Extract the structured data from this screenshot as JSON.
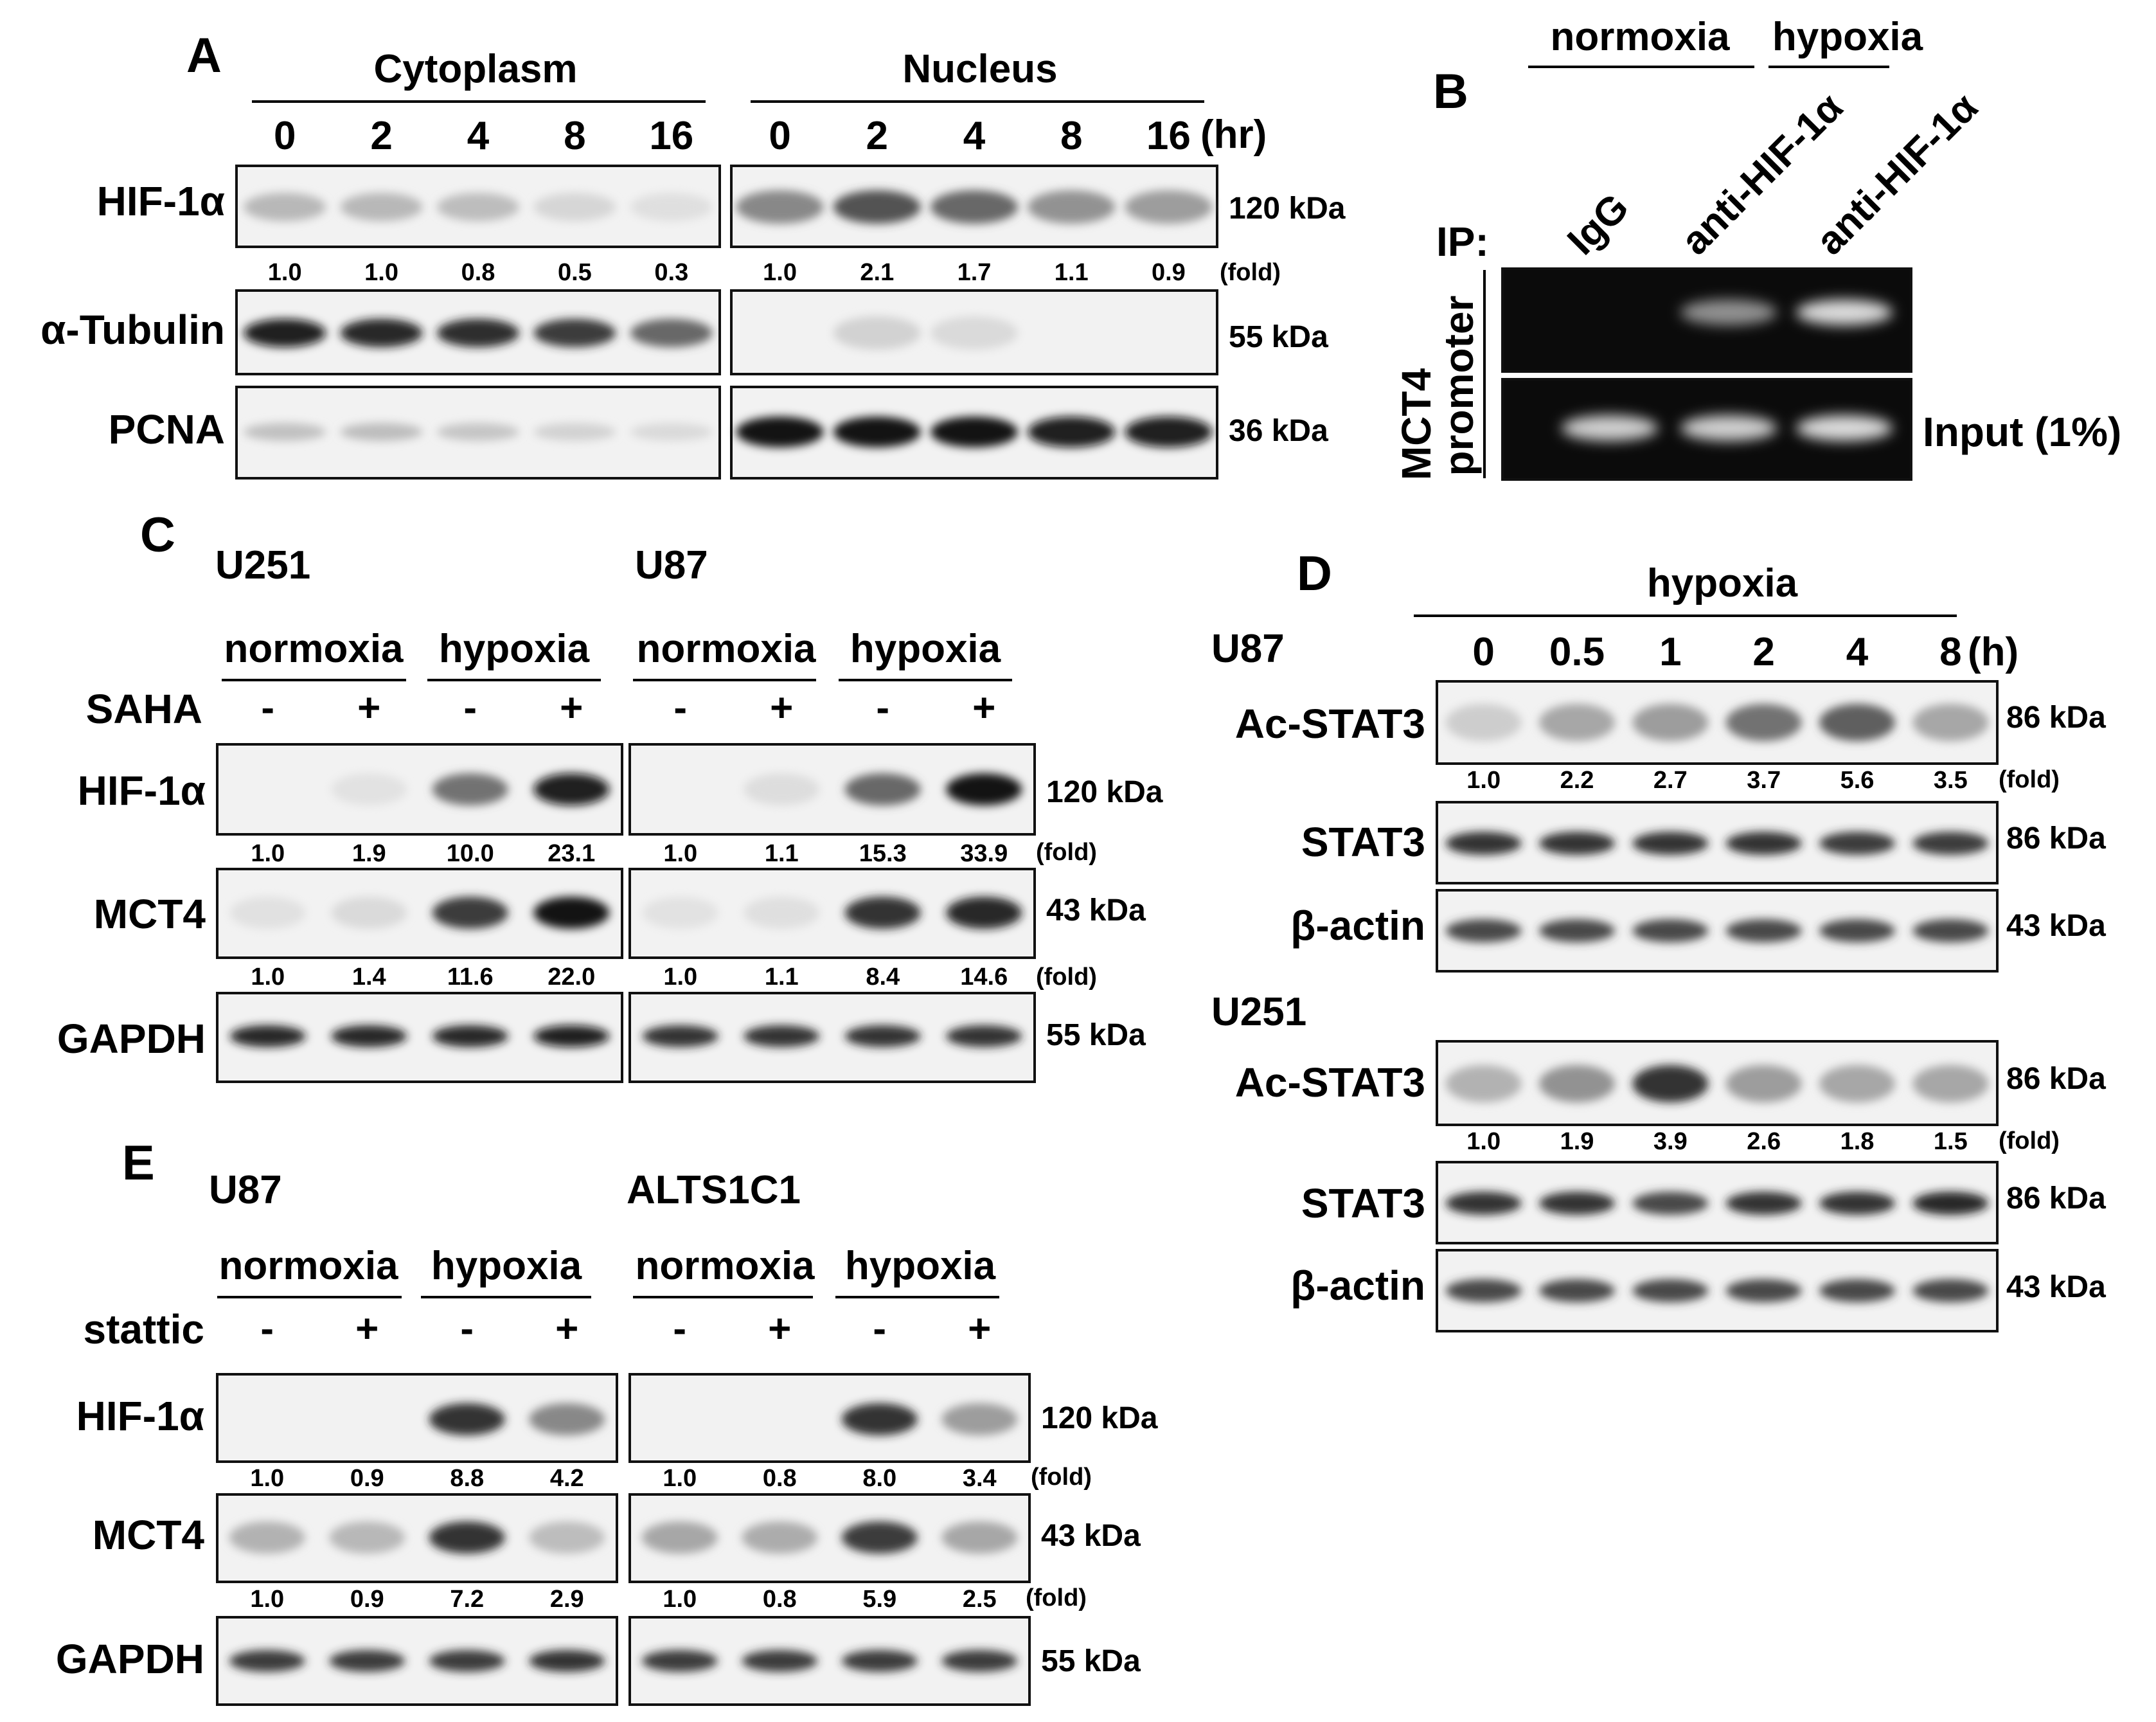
{
  "panels": {
    "A": {
      "label": "A",
      "groups": [
        "Cytoplasm",
        "Nucleus"
      ],
      "times": [
        "0",
        "2",
        "4",
        "8",
        "16"
      ],
      "time_unit": "(hr)",
      "rows": [
        {
          "label": "HIF-1α",
          "kda": "120 kDa",
          "intensity_cyto": [
            0.22,
            0.22,
            0.2,
            0.08,
            0.04
          ],
          "intensity_nuc": [
            0.45,
            0.7,
            0.6,
            0.4,
            0.35
          ]
        },
        {
          "label": "α-Tubulin",
          "kda": "55 kDa",
          "intensity_cyto": [
            0.95,
            0.9,
            0.88,
            0.8,
            0.6
          ],
          "intensity_nuc": [
            0.0,
            0.1,
            0.06,
            0.0,
            0.0
          ]
        },
        {
          "label": "PCNA",
          "kda": "36 kDa",
          "intensity_cyto": [
            0.18,
            0.2,
            0.16,
            0.1,
            0.06
          ],
          "intensity_nuc": [
            0.98,
            0.98,
            0.98,
            0.96,
            0.94
          ]
        }
      ],
      "fold_cyto": [
        "1.0",
        "1.0",
        "0.8",
        "0.5",
        "0.3"
      ],
      "fold_nuc": [
        "1.0",
        "2.1",
        "1.7",
        "1.1",
        "0.9"
      ],
      "fold_label": "(fold)"
    },
    "B": {
      "label": "B",
      "conditions": [
        "normoxia",
        "hypoxia"
      ],
      "ip_label": "IP:",
      "lanes": [
        "IgG",
        "anti-HIF-1α",
        "anti-HIF-1α"
      ],
      "side_label": [
        "MCT4",
        "promoter"
      ],
      "input_label": "Input (1%)",
      "chip_intensity": [
        0.0,
        0.55,
        0.85
      ],
      "input_intensity": [
        0.8,
        0.8,
        0.85
      ]
    },
    "C": {
      "label": "C",
      "cells": [
        "U251",
        "U87"
      ],
      "conditions": [
        "normoxia",
        "hypoxia"
      ],
      "treatment": "SAHA",
      "signs": [
        "-",
        "+",
        "-",
        "+"
      ],
      "rows": [
        {
          "label": "HIF-1α",
          "kda": "120 kDa",
          "fold_a": [
            "1.0",
            "1.9",
            "10.0",
            "23.1"
          ],
          "fold_b": [
            "1.0",
            "1.1",
            "15.3",
            "33.9"
          ],
          "intensity_a": [
            0.0,
            0.02,
            0.55,
            0.95
          ],
          "intensity_b": [
            0.0,
            0.05,
            0.6,
            1.0
          ]
        },
        {
          "label": "MCT4",
          "kda": "43 kDa",
          "fold_a": [
            "1.0",
            "1.4",
            "11.6",
            "22.0"
          ],
          "fold_b": [
            "1.0",
            "1.1",
            "8.4",
            "14.6"
          ],
          "intensity_a": [
            0.03,
            0.06,
            0.8,
            0.98
          ],
          "intensity_b": [
            0.02,
            0.04,
            0.85,
            0.9
          ]
        },
        {
          "label": "GAPDH",
          "kda": "55 kDa",
          "fold_a": [],
          "fold_b": [],
          "intensity_a": [
            0.9,
            0.9,
            0.9,
            0.92
          ],
          "intensity_b": [
            0.85,
            0.85,
            0.85,
            0.85
          ]
        }
      ],
      "fold_label": "(fold)"
    },
    "D": {
      "label": "D",
      "condition": "hypoxia",
      "times": [
        "0",
        "0.5",
        "1",
        "2",
        "4",
        "8"
      ],
      "time_unit": "(h)",
      "cells": [
        {
          "name": "U87",
          "rows": [
            {
              "label": "Ac-STAT3",
              "kda": "86 kDa",
              "fold": [
                "1.0",
                "2.2",
                "2.7",
                "3.7",
                "5.6",
                "3.5"
              ],
              "intensity": [
                0.12,
                0.3,
                0.35,
                0.55,
                0.65,
                0.3
              ]
            },
            {
              "label": "STAT3",
              "kda": "86 kDa",
              "fold": [],
              "intensity": [
                0.85,
                0.85,
                0.85,
                0.85,
                0.8,
                0.8
              ]
            },
            {
              "label": "β-actin",
              "kda": "43 kDa",
              "fold": [],
              "intensity": [
                0.75,
                0.75,
                0.75,
                0.75,
                0.75,
                0.75
              ]
            }
          ]
        },
        {
          "name": "U251",
          "rows": [
            {
              "label": "Ac-STAT3",
              "kda": "86 kDa",
              "fold": [
                "1.0",
                "1.9",
                "3.9",
                "2.6",
                "1.8",
                "1.5"
              ],
              "intensity": [
                0.25,
                0.4,
                0.85,
                0.35,
                0.3,
                0.3
              ]
            },
            {
              "label": "STAT3",
              "kda": "86 kDa",
              "fold": [],
              "intensity": [
                0.85,
                0.85,
                0.75,
                0.85,
                0.85,
                0.9
              ]
            },
            {
              "label": "β-actin",
              "kda": "43 kDa",
              "fold": [],
              "intensity": [
                0.75,
                0.75,
                0.75,
                0.75,
                0.75,
                0.75
              ]
            }
          ]
        }
      ],
      "fold_label": "(fold)"
    },
    "E": {
      "label": "E",
      "cells": [
        "U87",
        "ALTS1C1"
      ],
      "conditions": [
        "normoxia",
        "hypoxia"
      ],
      "treatment": "stattic",
      "signs": [
        "-",
        "+",
        "-",
        "+"
      ],
      "rows": [
        {
          "label": "HIF-1α",
          "kda": "120 kDa",
          "fold_a": [
            "1.0",
            "0.9",
            "8.8",
            "4.2"
          ],
          "fold_b": [
            "1.0",
            "0.8",
            "8.0",
            "3.4"
          ],
          "intensity_a": [
            0.0,
            0.0,
            0.85,
            0.45
          ],
          "intensity_b": [
            0.0,
            0.0,
            0.85,
            0.35
          ]
        },
        {
          "label": "MCT4",
          "kda": "43 kDa",
          "fold_a": [
            "1.0",
            "0.9",
            "7.2",
            "2.9"
          ],
          "fold_b": [
            "1.0",
            "0.8",
            "5.9",
            "2.5"
          ],
          "intensity_a": [
            0.25,
            0.22,
            0.85,
            0.2
          ],
          "intensity_b": [
            0.3,
            0.28,
            0.8,
            0.3
          ]
        },
        {
          "label": "GAPDH",
          "kda": "55 kDa",
          "fold_a": [],
          "fold_b": [],
          "intensity_a": [
            0.8,
            0.8,
            0.8,
            0.85
          ],
          "intensity_b": [
            0.8,
            0.8,
            0.8,
            0.8
          ]
        }
      ],
      "fold_label": "(fold)"
    }
  }
}
